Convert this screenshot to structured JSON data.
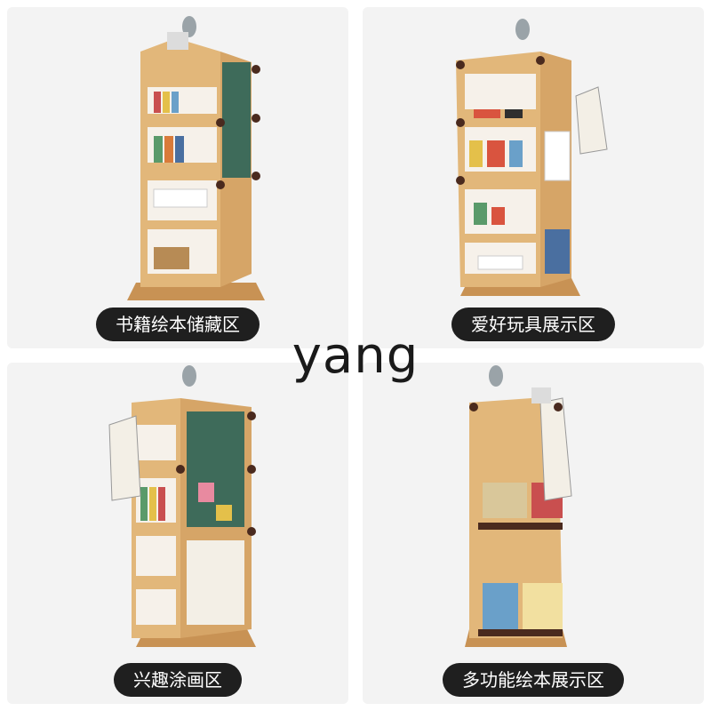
{
  "panels": [
    {
      "label": "书籍绘本储藏区"
    },
    {
      "label": "爱好玩具展示区"
    },
    {
      "label": "兴趣涂画区"
    },
    {
      "label": "多功能绘本展示区"
    }
  ],
  "watermark": "yang",
  "colors": {
    "wood": "#e2b77a",
    "wood_dark": "#c89254",
    "chalkboard": "#3e6b5a",
    "knob": "#4a2a1e",
    "label_bg": "#1f1f1f"
  }
}
